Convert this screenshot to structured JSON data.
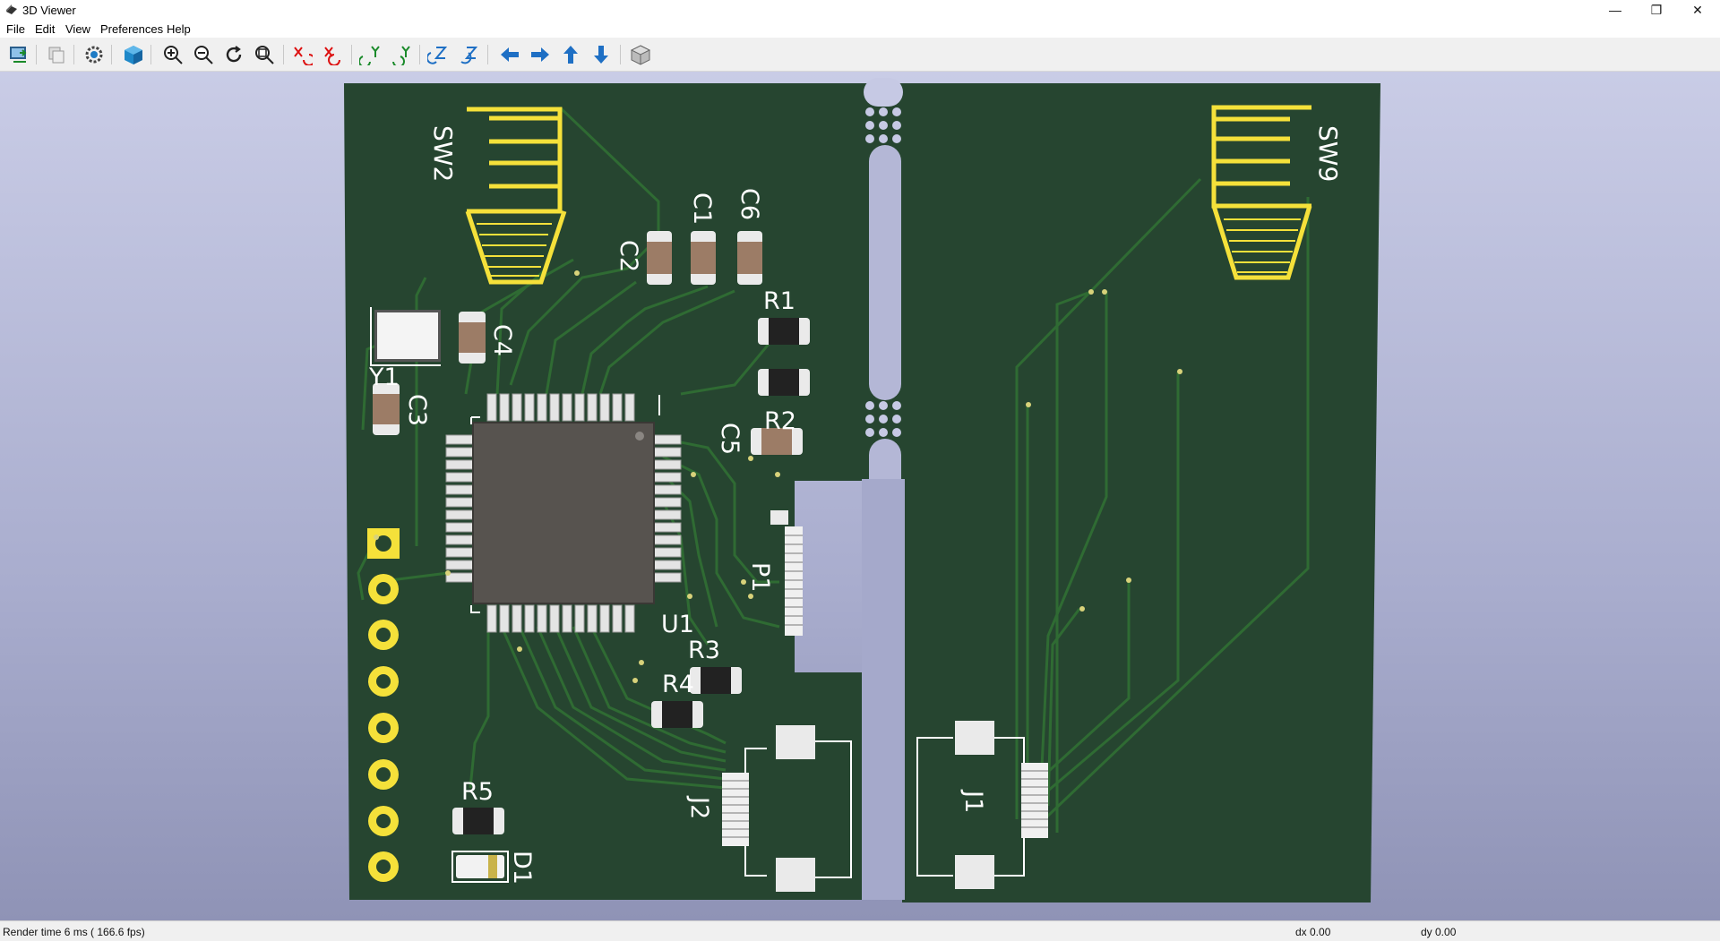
{
  "window": {
    "title": "3D Viewer",
    "minimize_glyph": "—",
    "restore_glyph": "❐",
    "close_glyph": "✕"
  },
  "menu": {
    "items": [
      "File",
      "Edit",
      "View",
      "Preferences",
      "Help"
    ]
  },
  "toolbar": {
    "buttons": [
      {
        "icon": "export-icon"
      },
      {
        "icon": "copy-icon"
      },
      {
        "icon": "settings-icon"
      },
      {
        "icon": "raytrace-cube-icon"
      },
      {
        "icon": "zoom-in-icon"
      },
      {
        "icon": "zoom-out-icon"
      },
      {
        "icon": "redraw-icon"
      },
      {
        "icon": "zoom-fit-icon"
      },
      {
        "icon": "rotate-x-cw-icon"
      },
      {
        "icon": "rotate-x-ccw-icon"
      },
      {
        "icon": "rotate-y-cw-icon"
      },
      {
        "icon": "rotate-y-ccw-icon"
      },
      {
        "icon": "rotate-z-cw-icon"
      },
      {
        "icon": "rotate-z-ccw-icon"
      },
      {
        "icon": "pan-left-icon"
      },
      {
        "icon": "pan-right-icon"
      },
      {
        "icon": "pan-up-icon"
      },
      {
        "icon": "pan-down-icon"
      },
      {
        "icon": "ortho-cube-icon"
      }
    ]
  },
  "board": {
    "colors": {
      "soldermask": "#274530",
      "silkscreen": "#ffffff",
      "copper_pad": "#f5e13a",
      "trace": "#2f6b33"
    },
    "labels": {
      "sw2": "SW2",
      "sw9": "SW9",
      "c1": "C1",
      "c2": "C2",
      "c3": "C3",
      "c4": "C4",
      "c5": "C5",
      "c6": "C6",
      "r1": "R1",
      "r2": "R2",
      "r3": "R3",
      "r4": "R4",
      "r5": "R5",
      "y1": "Y1",
      "u1": "U1",
      "p1": "P1",
      "j1": "J1",
      "j2": "J2",
      "d1": "D1"
    }
  },
  "status": {
    "render_time": "Render time 6 ms ( 166.6 fps)",
    "dx": "dx 0.00",
    "dy": "dy 0.00"
  }
}
